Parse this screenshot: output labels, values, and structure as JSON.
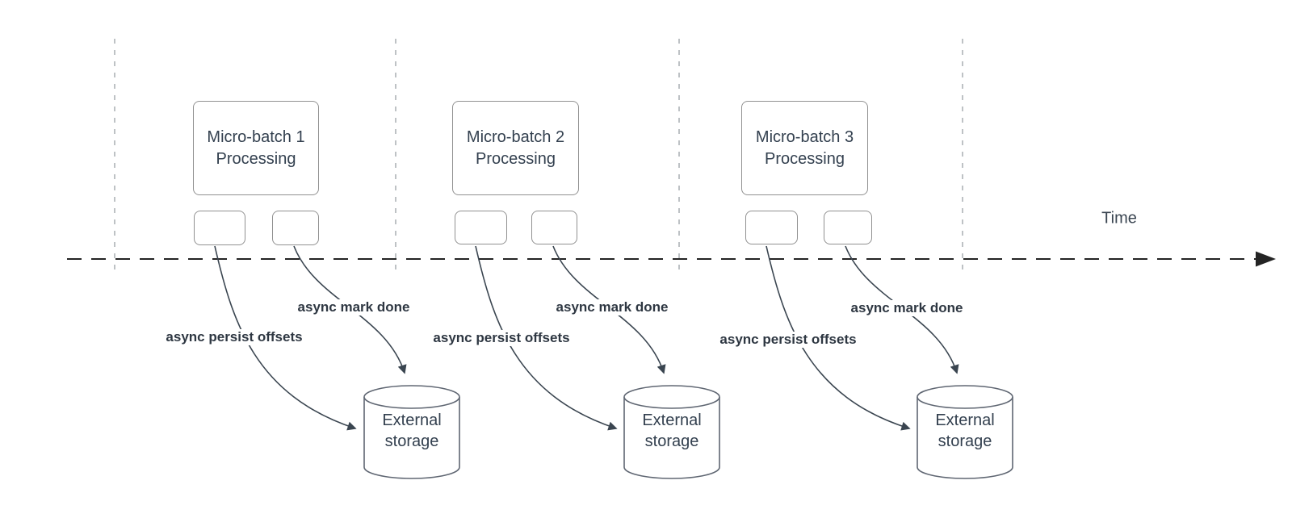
{
  "timeline": {
    "label": "Time"
  },
  "units": [
    {
      "processing_box": {
        "line1": "Micro-batch 1",
        "line2": "Processing"
      },
      "labels": {
        "persist": "async persist offsets",
        "done": "async mark done"
      },
      "storage": {
        "line1": "External",
        "line2": "storage"
      }
    },
    {
      "processing_box": {
        "line1": "Micro-batch 2",
        "line2": "Processing"
      },
      "labels": {
        "persist": "async persist offsets",
        "done": "async mark done"
      },
      "storage": {
        "line1": "External",
        "line2": "storage"
      }
    },
    {
      "processing_box": {
        "line1": "Micro-batch 3",
        "line2": "Processing"
      },
      "labels": {
        "persist": "async persist offsets",
        "done": "async mark done"
      },
      "storage": {
        "line1": "External",
        "line2": "storage"
      }
    }
  ],
  "colors": {
    "connector": "#3a4550",
    "timeline_line": "#242424",
    "guide_line": "#b3b7bb",
    "box_border": "#919191",
    "cylinder_border": "#5f6672",
    "text": "#33404f",
    "label_text": "#2e3742"
  }
}
